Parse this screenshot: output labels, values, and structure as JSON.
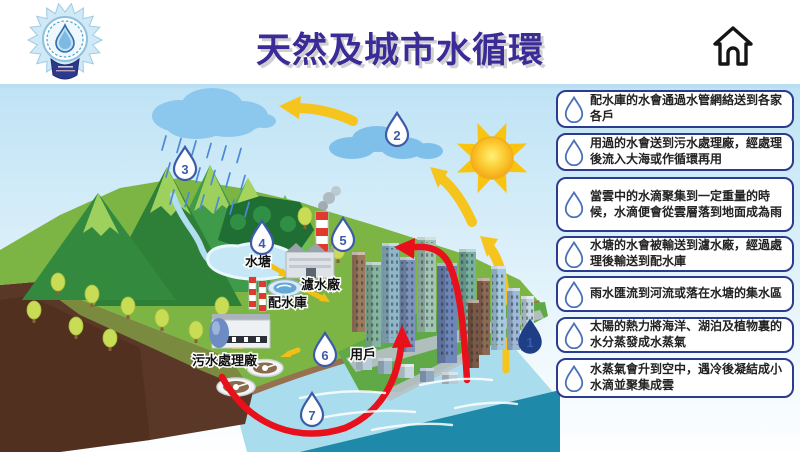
{
  "header": {
    "title": "天然及城市水循環",
    "logo_name": "school-badge",
    "home_label": "home"
  },
  "colors": {
    "title_purple": "#3b2b97",
    "card_border_navy": "#2b3c8f",
    "droplet_blue": "#3c5ba8",
    "dark_drop_navy": "#1e3e86",
    "red_arrow": "#e8101a",
    "yellow_arrow": "#f6c51d",
    "sea_blue": "#a9ddee",
    "sky_blue": "#bfe3f5"
  },
  "sidebar": {
    "boxes": [
      {
        "text": "配水庫的水會通過水管網絡送到各家各戶"
      },
      {
        "text": "用過的水會送到污水處理廠，經處理後流入大海或作循環再用"
      },
      {
        "text": "當雲中的水滴聚集到一定重量的時候，水滴便會從雲層落到地面成為雨"
      },
      {
        "text": "水塘的水會被輸送到濾水廠，經過處理後輸送到配水庫"
      },
      {
        "text": "雨水匯流到河流或落在水塘的集水區"
      },
      {
        "text": "太陽的熱力將海洋、湖泊及植物裏的水分蒸發成水蒸氣"
      },
      {
        "text": "水蒸氣會升到空中，遇冷後凝結成小水滴並聚集成雲"
      }
    ]
  },
  "diagram": {
    "labels": {
      "reservoir": "水塘",
      "filtration": "濾水廠",
      "service_reservoir": "配水庫",
      "sewage": "污水處理廠",
      "users": "用戶"
    },
    "step_numbers": [
      "1",
      "2",
      "3",
      "4",
      "5",
      "6",
      "7"
    ]
  }
}
